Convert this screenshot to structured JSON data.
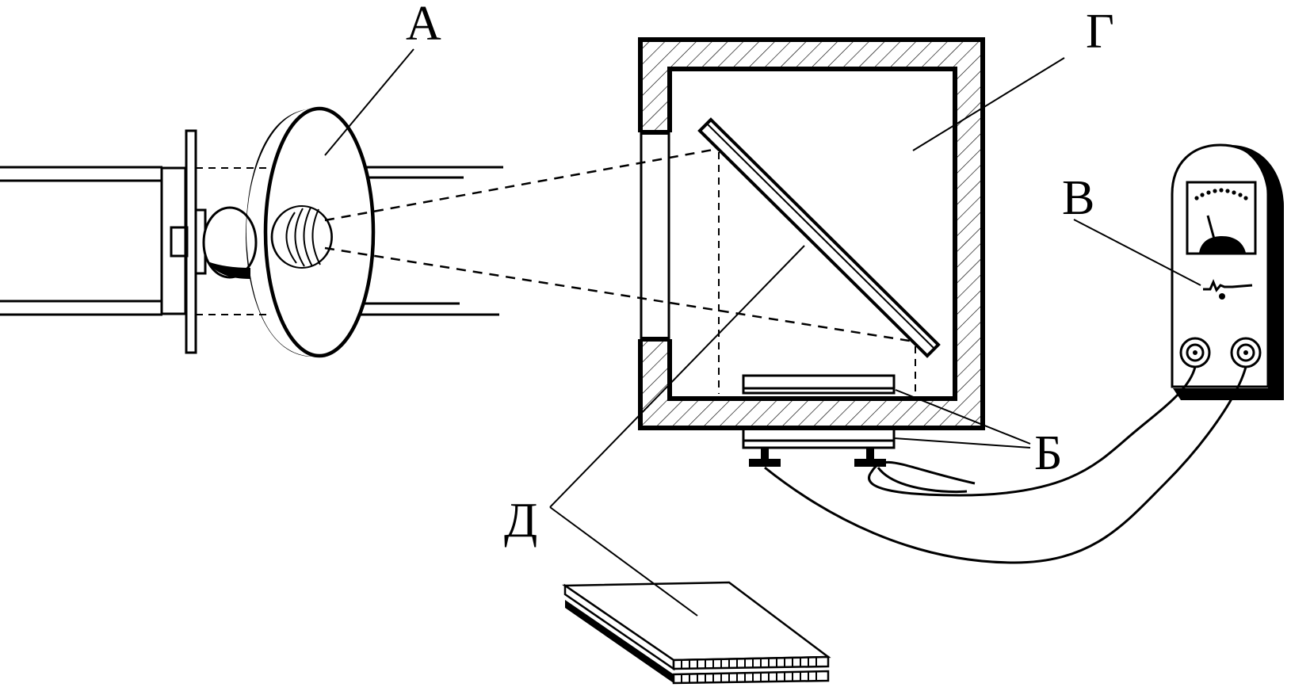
{
  "labels": {
    "a": "А",
    "b": "Б",
    "v": "В",
    "g": "Г",
    "d": "Д"
  },
  "colors": {
    "ink": "#000000",
    "paper": "#ffffff"
  }
}
